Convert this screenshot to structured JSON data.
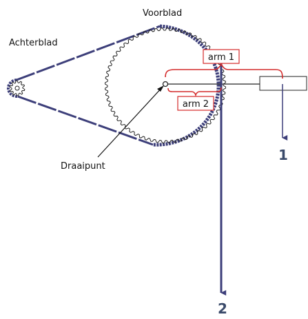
{
  "labels": {
    "rear_sprocket": "Achterblad",
    "front_sprocket": "Voorblad",
    "pivot": "Draaipunt",
    "arm1": "arm 1",
    "arm2": "arm 2",
    "force1": "1",
    "force2": "2"
  },
  "colors": {
    "chain": "#3d3f7a",
    "bracket": "#d42a2a",
    "ink": "#111111",
    "number": "#3a4a6a"
  }
}
